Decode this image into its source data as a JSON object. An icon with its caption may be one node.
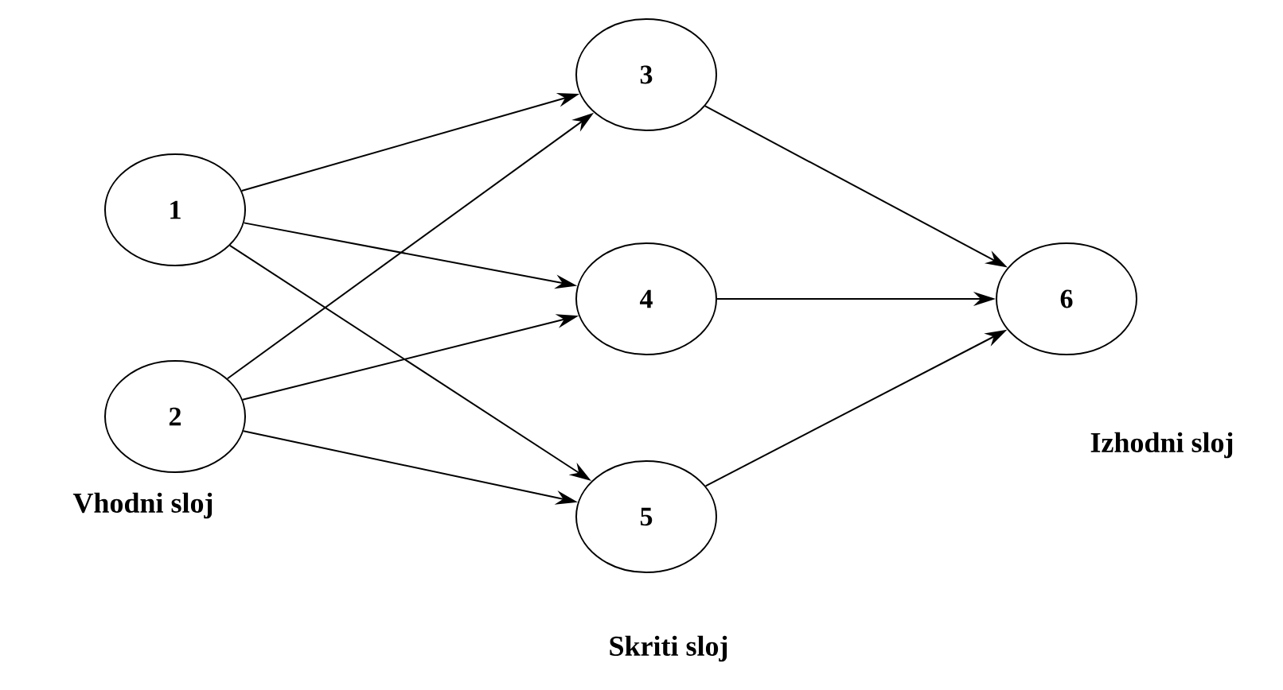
{
  "diagram": {
    "nodes": [
      {
        "text": [
          "1"
        ]
      },
      {
        "text": [
          "2"
        ]
      },
      {
        "text": [
          "3"
        ]
      },
      {
        "text": [
          "4"
        ]
      },
      {
        "text": [
          "5"
        ]
      },
      {
        "text": [
          "6"
        ]
      }
    ],
    "edges": [
      {
        "from": 0,
        "to": 2,
        "arrow": "to"
      },
      {
        "from": 0,
        "to": 3,
        "arrow": "to"
      },
      {
        "from": 0,
        "to": 4,
        "arrow": "to"
      },
      {
        "from": 1,
        "to": 2,
        "arrow": "to"
      },
      {
        "from": 1,
        "to": 3,
        "arrow": "to"
      },
      {
        "from": 1,
        "to": 4,
        "arrow": "to"
      },
      {
        "from": 2,
        "to": 5,
        "arrow": "to"
      },
      {
        "from": 3,
        "to": 5,
        "arrow": "to"
      },
      {
        "from": 4,
        "to": 5,
        "arrow": "to"
      }
    ],
    "labels": [
      "Vhodni sloj",
      "Skriti sloj",
      "Izhodni sloj"
    ]
  }
}
